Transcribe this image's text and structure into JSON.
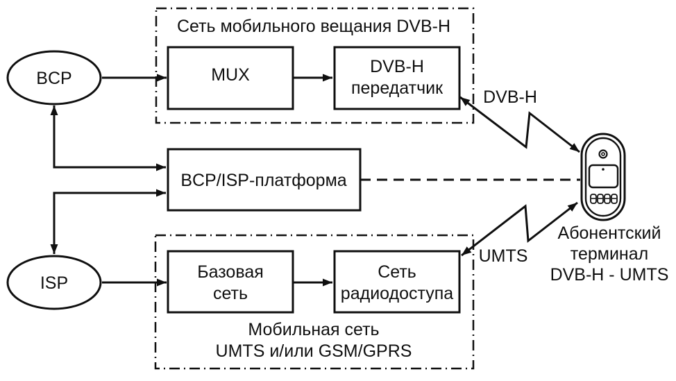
{
  "colors": {
    "ink": "#0f0f0f",
    "background": "#ffffff"
  },
  "top_network": {
    "title": "Сеть мобильного вещания DVB-H",
    "mux_label": "MUX",
    "transmitter_line1": "DVB-H",
    "transmitter_line2": "передатчик"
  },
  "providers": {
    "bcp": "BCP",
    "isp": "ISP"
  },
  "platform": {
    "label": "BCP/ISP-платформа"
  },
  "bottom_network": {
    "title_line1": "Мобильная сеть",
    "title_line2": "UMTS и/или GSM/GPRS",
    "core_line1": "Базовая",
    "core_line2": "сеть",
    "ran_line1": "Сеть",
    "ran_line2": "радиодоступа"
  },
  "radio_links": {
    "dvbh": "DVB-H",
    "umts": "UMTS"
  },
  "terminal": {
    "line1": "Абонентский",
    "line2": "терминал",
    "line3": "DVB-H - UMTS"
  }
}
